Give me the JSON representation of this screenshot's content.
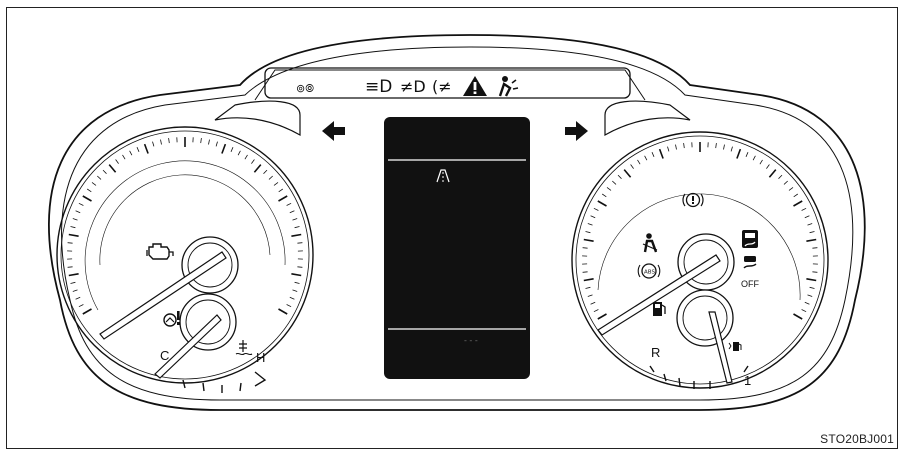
{
  "gauges": {
    "left_lower": {
      "cold_label": "C",
      "hot_label": "H"
    },
    "right_lower": {
      "rev_label": "R",
      "one_label": "1"
    }
  },
  "indicators": {
    "vsc_off_label": "OFF",
    "display_bottom_dots": "- - -"
  },
  "reference_code": "STO20BJ001",
  "icons": [
    "parking-light-icon",
    "high-beam-icon",
    "front-fog-icon",
    "rear-fog-icon",
    "master-warning-icon",
    "airbag-icon",
    "left-turn-arrow-icon",
    "right-turn-arrow-icon",
    "check-engine-icon",
    "oil-pressure-icon",
    "coolant-temperature-icon",
    "road-icon",
    "brake-warning-icon",
    "seatbelt-icon",
    "abs-icon",
    "slip-indicator-icon",
    "vsc-off-icon",
    "fuel-icon",
    "fuel-door-icon"
  ]
}
